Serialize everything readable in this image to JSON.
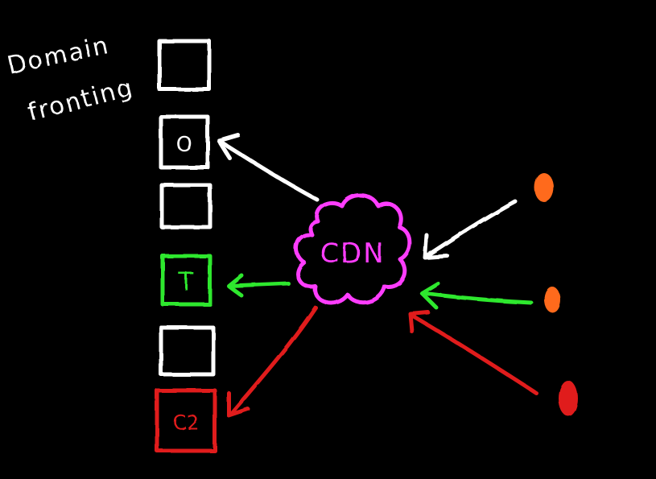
{
  "title": {
    "line1": "Domain",
    "line2": "fronting"
  },
  "cdn": {
    "label": "CDN",
    "color": "#ff3dff"
  },
  "servers": [
    {
      "id": "box-1",
      "label": "",
      "color": "#ffffff"
    },
    {
      "id": "box-2",
      "label": "O",
      "color": "#ffffff"
    },
    {
      "id": "box-3",
      "label": "",
      "color": "#ffffff"
    },
    {
      "id": "box-4",
      "label": "T",
      "color": "#2ee82e"
    },
    {
      "id": "box-5",
      "label": "",
      "color": "#ffffff"
    },
    {
      "id": "box-6",
      "label": "C2",
      "color": "#e01b1b"
    }
  ],
  "clients": [
    {
      "id": "client-top",
      "color": "#ff6a1a"
    },
    {
      "id": "client-middle",
      "color": "#ff6a1a"
    },
    {
      "id": "client-bottom",
      "color": "#e01b1b"
    }
  ],
  "arrows": {
    "white_color": "#ffffff",
    "green_color": "#2ee82e",
    "red_color": "#e01b1b"
  }
}
